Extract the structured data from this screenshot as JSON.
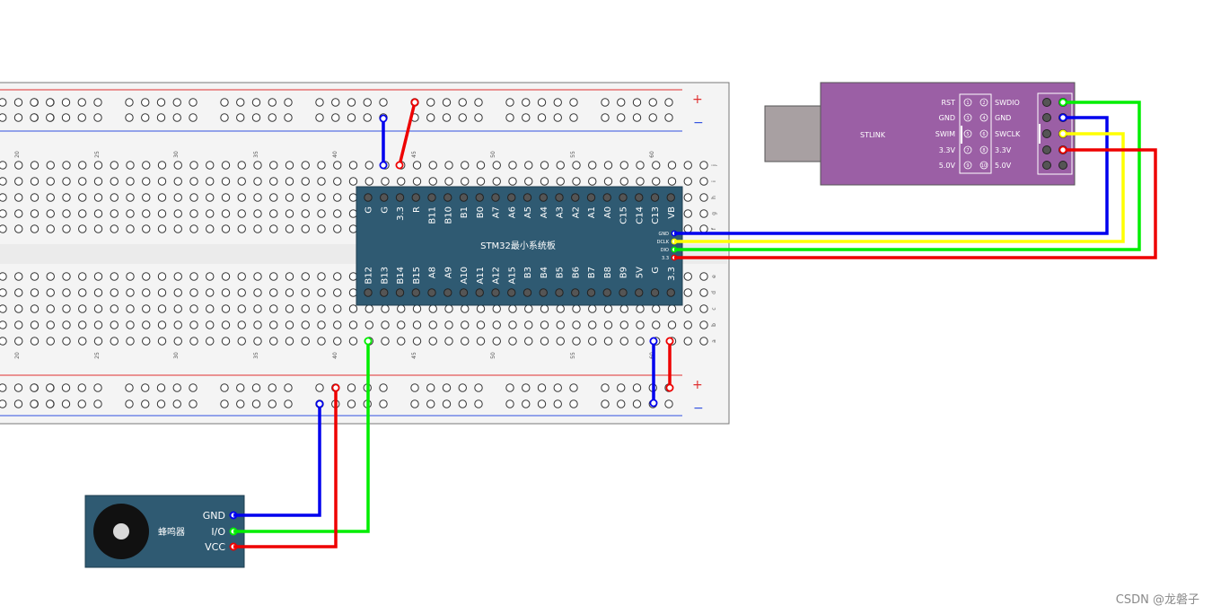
{
  "breadboard": {
    "col_labels": [
      "20",
      "25",
      "30",
      "35",
      "40",
      "45",
      "50",
      "55",
      "60"
    ],
    "row_labels_top": [
      "j",
      "i",
      "h",
      "g",
      "f"
    ],
    "row_labels_bottom": [
      "e",
      "d",
      "c",
      "b",
      "a"
    ],
    "rail_plus": "+",
    "rail_minus": "−"
  },
  "stm32": {
    "title": "STM32最小系统板",
    "top_pins": [
      "G",
      "G",
      "3.3",
      "R",
      "B11",
      "B10",
      "B1",
      "B0",
      "A7",
      "A6",
      "A5",
      "A4",
      "A3",
      "A2",
      "A1",
      "A0",
      "C15",
      "C14",
      "C13",
      "VB"
    ],
    "bottom_pins": [
      "B12",
      "B13",
      "B14",
      "B15",
      "A8",
      "A9",
      "A10",
      "A11",
      "A12",
      "A15",
      "B3",
      "B4",
      "B5",
      "B6",
      "B7",
      "B8",
      "B9",
      "5V",
      "G",
      "3.3"
    ],
    "swd_pins": [
      "GND",
      "DCLK",
      "DIO",
      "3.3"
    ]
  },
  "stlink": {
    "title": "STLINK",
    "left_labels": [
      "RST",
      "GND",
      "SWIM",
      "3.3V",
      "5.0V"
    ],
    "right_labels": [
      "SWDIO",
      "GND",
      "SWCLK",
      "3.3V",
      "5.0V"
    ],
    "pin_numbers_left": [
      "1",
      "3",
      "5",
      "7",
      "9"
    ],
    "pin_numbers_right": [
      "2",
      "4",
      "6",
      "8",
      "10"
    ]
  },
  "buzzer": {
    "title": "蜂鸣器",
    "pins": [
      "GND",
      "I/O",
      "VCC"
    ]
  },
  "colors": {
    "gnd_wire": "#0000ee",
    "vcc_wire": "#ee0000",
    "io_wire": "#00ee00",
    "clk_wire": "#ffff00",
    "board_fill": "#2f5a72",
    "stlink_fill": "#9b5fa5",
    "breadboard_line_red": "#e03030",
    "breadboard_line_blue": "#3050e0"
  },
  "watermark": "CSDN @龙磐子"
}
